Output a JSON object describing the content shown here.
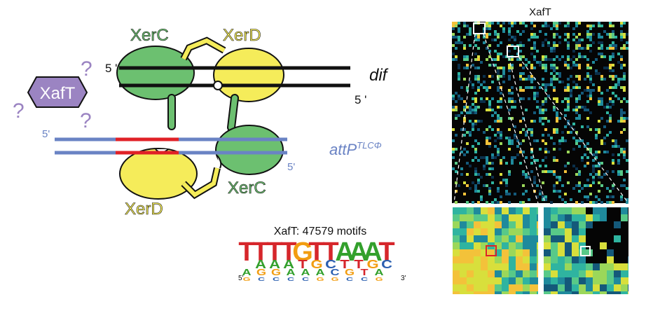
{
  "labels": {
    "xerc_top": "XerC",
    "xerd_top": "XerD",
    "xerc_bottom": "XerC",
    "xerd_bottom": "XerD",
    "xaft_badge": "XafT",
    "question_mark": "?",
    "five_prime": "5'",
    "five_prime_spaced": "5 '",
    "dif": "dif",
    "attp_main": "attP",
    "attp_sup": "TLCΦ"
  },
  "logo": {
    "title": "XafT: 47579 motifs",
    "five_end": "5'",
    "three_end": "3'",
    "top_letters": [
      "T",
      "T",
      "T",
      "T",
      "G",
      "T",
      "T",
      "A",
      "A",
      "A",
      "T"
    ],
    "row2_letters": [
      "A",
      "A",
      "A",
      "T",
      "G",
      "C",
      "T",
      "T",
      "G",
      "C"
    ],
    "row3_letters": [
      "A",
      "G",
      "G",
      "A",
      "A",
      "A",
      "C",
      "G",
      "T",
      "A"
    ],
    "row4_letters": [
      "G",
      "C",
      "C",
      "C",
      "C",
      "G",
      "G",
      "C",
      "C",
      "G"
    ]
  },
  "heatmap": {
    "title": "XafT"
  },
  "colors": {
    "xerc_green": "#6cc070",
    "xerd_yellow": "#f5ec5a",
    "xaft_purple": "#9b84c2",
    "question_purple": "#9b84c2",
    "attp_blue": "#6a83c4",
    "attp_red": "#e02127",
    "dna_black": "#111111",
    "logo_T": "#d6262b",
    "logo_A": "#33a02c",
    "logo_G": "#f29d11",
    "logo_C": "#2a5fb0"
  }
}
